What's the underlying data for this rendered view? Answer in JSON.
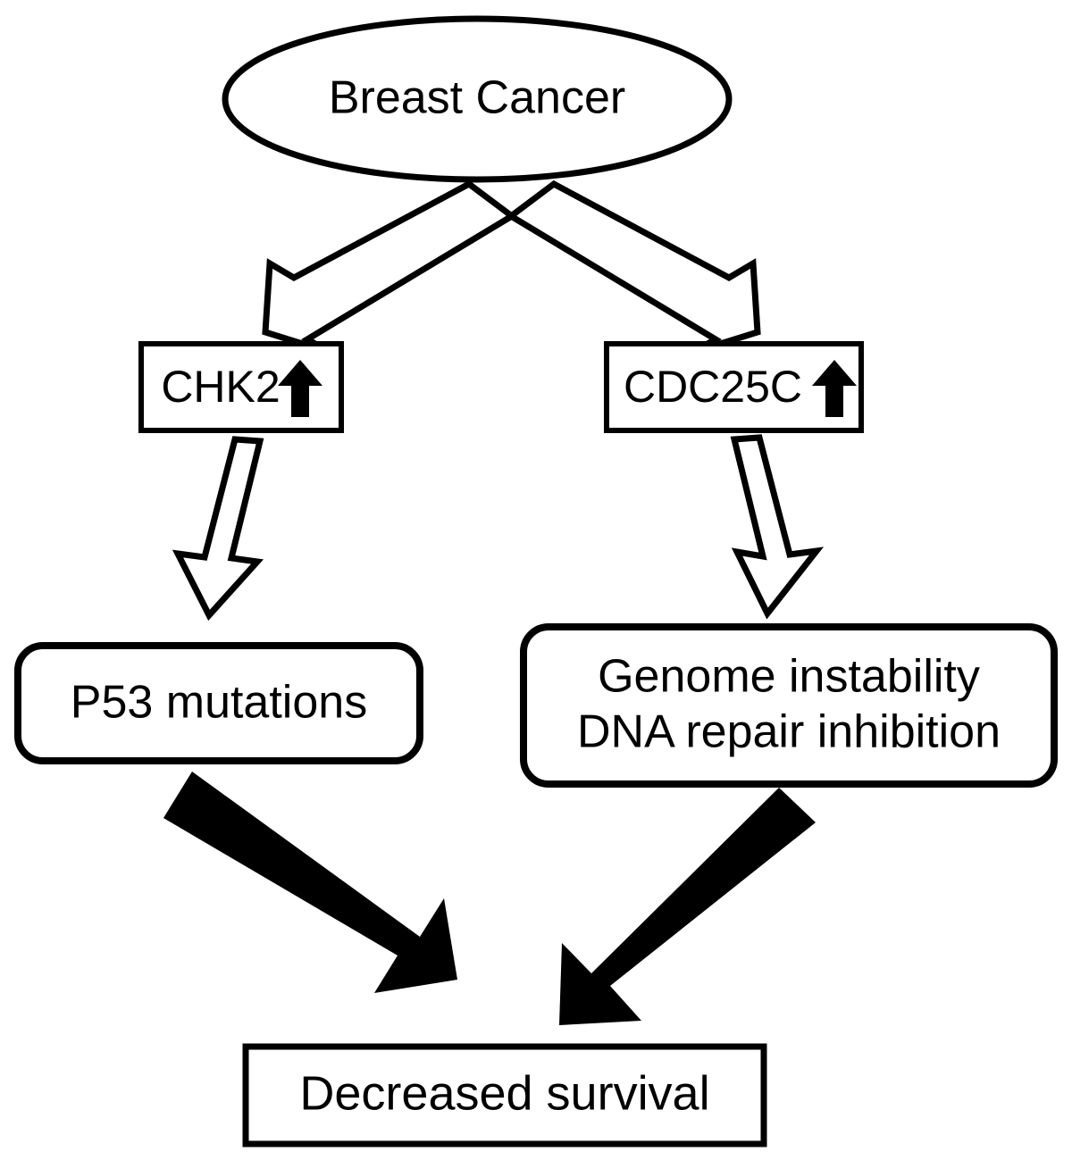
{
  "diagram": {
    "title": "Breast Cancer CHK2 / CDC25C signalling outcome flowchart",
    "colors": {
      "stroke": "#000000",
      "fill": "#ffffff",
      "arrow_filled": "#000000"
    },
    "nodes": {
      "root": {
        "label": "Breast Cancer",
        "shape": "ellipse"
      },
      "chk2": {
        "label": "CHK2",
        "trend_icon": "up-arrow-icon",
        "trend": "up",
        "shape": "rectangle"
      },
      "cdc25c": {
        "label": "CDC25C",
        "trend_icon": "up-arrow-icon",
        "trend": "up",
        "shape": "rectangle"
      },
      "p53": {
        "label": "P53 mutations",
        "shape": "rounded-rectangle"
      },
      "genome": {
        "line1": "Genome instability",
        "line2": "DNA repair inhibition",
        "shape": "rounded-rectangle"
      },
      "survival": {
        "label": "Decreased survival",
        "shape": "rectangle"
      }
    },
    "edges": [
      {
        "name": "edge-root-to-chk2",
        "from": "Breast Cancer",
        "to": "CHK2",
        "style": "hollow-block-arrow",
        "direction": "down-left"
      },
      {
        "name": "edge-root-to-cdc25c",
        "from": "Breast Cancer",
        "to": "CDC25C",
        "style": "hollow-block-arrow",
        "direction": "down-right"
      },
      {
        "name": "edge-chk2-to-p53",
        "from": "CHK2",
        "to": "P53 mutations",
        "style": "hollow-block-arrow",
        "direction": "down"
      },
      {
        "name": "edge-cdc25c-to-genome",
        "from": "CDC25C",
        "to": "Genome instability DNA repair inhibition",
        "style": "hollow-block-arrow",
        "direction": "down"
      },
      {
        "name": "edge-p53-to-survival",
        "from": "P53 mutations",
        "to": "Decreased survival",
        "style": "filled-block-arrow",
        "direction": "down-right"
      },
      {
        "name": "edge-genome-to-survival",
        "from": "Genome instability DNA repair inhibition",
        "to": "Decreased survival",
        "style": "filled-block-arrow",
        "direction": "down-left"
      }
    ]
  }
}
